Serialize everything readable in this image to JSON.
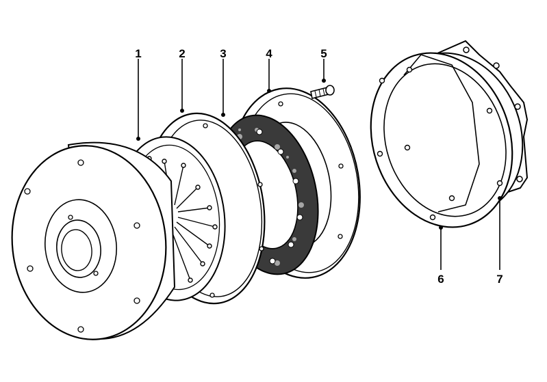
{
  "callouts": [
    {
      "id": "1"
    },
    {
      "id": "2"
    },
    {
      "id": "3"
    },
    {
      "id": "4"
    },
    {
      "id": "5"
    },
    {
      "id": "6"
    },
    {
      "id": "7"
    }
  ],
  "colors": {
    "ink": "#000000",
    "paper": "#ffffff",
    "friction": "#3a3a3a"
  }
}
